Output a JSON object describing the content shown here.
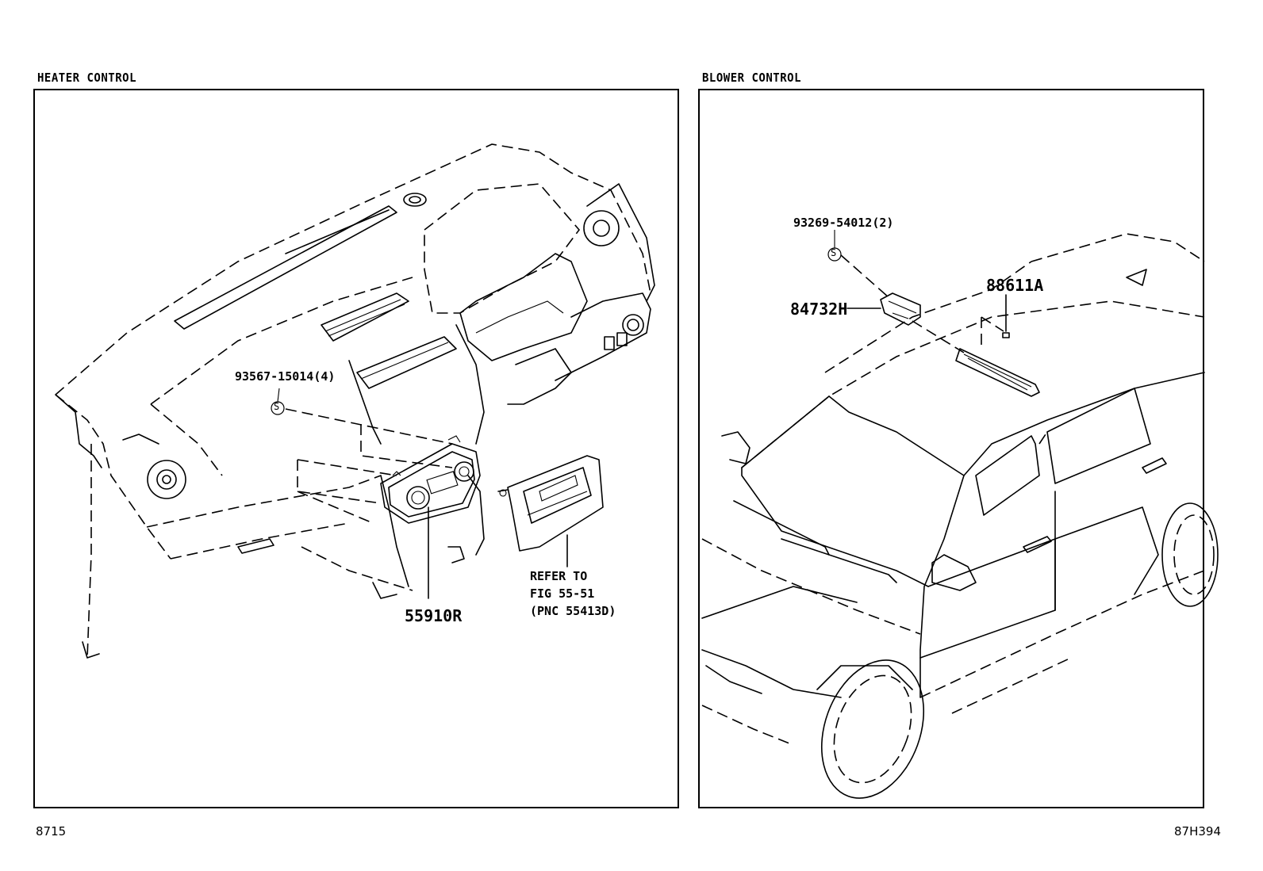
{
  "panels": {
    "heater": {
      "title": "HEATER CONTROL",
      "labels": {
        "screw": "93567-15014(4)",
        "control": "55910R",
        "refer_line1": "REFER TO",
        "refer_line2": "FIG 55-51",
        "refer_line3": "(PNC 55413D)"
      }
    },
    "blower": {
      "title": "BLOWER CONTROL",
      "labels": {
        "screw": "93269-54012(2)",
        "switch": "84732H",
        "sensor": "88611A"
      }
    }
  },
  "symbols": {
    "screw_marker": "S"
  },
  "footer": {
    "left": "8715",
    "right": "87H394"
  }
}
